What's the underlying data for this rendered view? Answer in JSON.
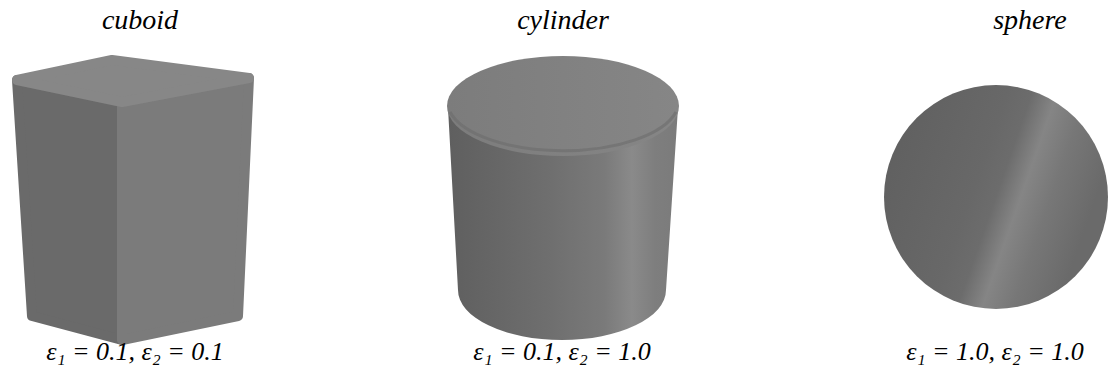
{
  "diagram": {
    "labels": [
      "cuboid",
      "cylinder",
      "sphere",
      "ε₁ = 0.1, ε₂ = 0.1",
      "ε₁ = 0.1, ε₂ = 1.0",
      "ε₁ = 1.0, ε₂ = 1.0"
    ]
  }
}
